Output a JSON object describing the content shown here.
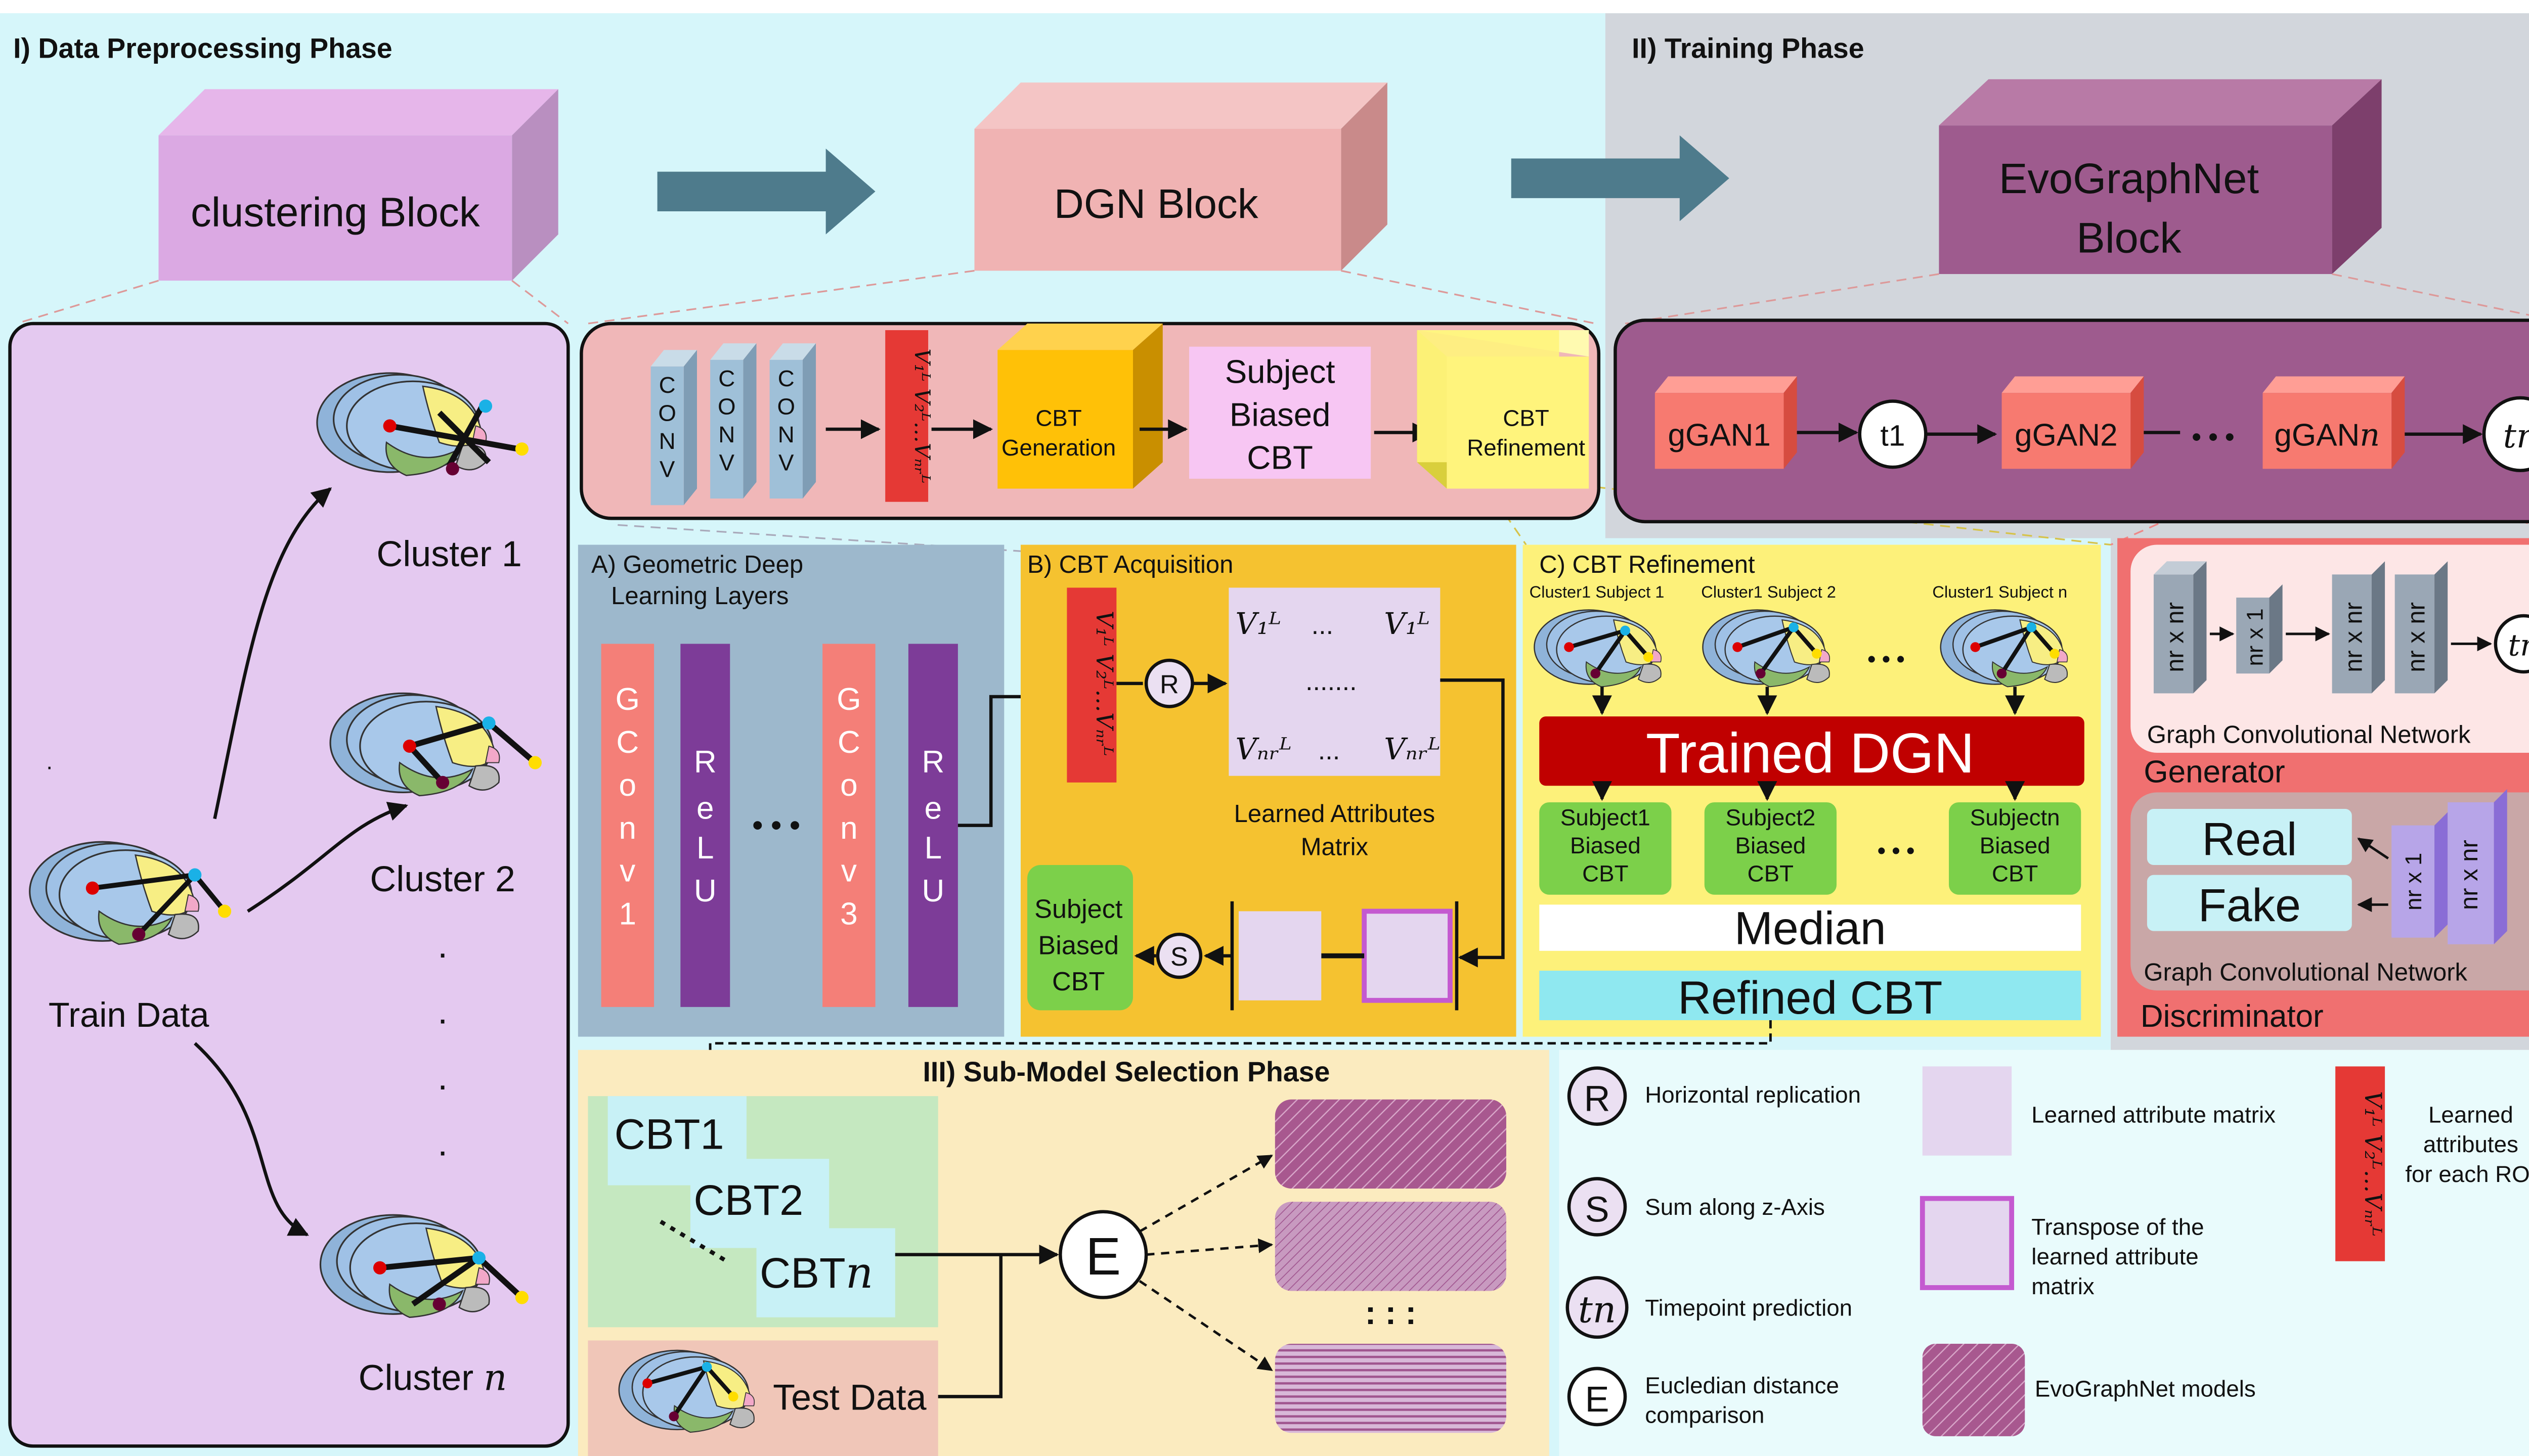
{
  "phases": {
    "preprocessing": "I) Data Preprocessing Phase",
    "training": "II) Training Phase",
    "selection": "III) Sub-Model Selection Phase"
  },
  "blocks": {
    "clustering": "clustering Block",
    "dgn": "DGN Block",
    "evo_line1": "EvoGraphNet",
    "evo_line2": "Block"
  },
  "clustering": {
    "cluster1": "Cluster 1",
    "cluster2": "Cluster 2",
    "cluster_n": "Cluster",
    "cluster_n_var": "n",
    "train_data": "Train Data"
  },
  "dgn_pipeline": {
    "conv": "C O N V",
    "cbt_generation_1": "CBT",
    "cbt_generation_2": "Generation",
    "subject_biased_1": "Subject",
    "subject_biased_2": "Biased",
    "subject_biased_3": "CBT",
    "cbt_refinement_1": "CBT",
    "cbt_refinement_2": "Refinement"
  },
  "evo_pipeline": {
    "ggan1": "gGAN1",
    "t1": "t1",
    "ggan2": "gGAN2",
    "dots": "• • •",
    "ggan_n": "gGAN",
    "ggan_n_var": "n",
    "tn": "tn"
  },
  "section_a": {
    "title_1": "A) Geometric Deep",
    "title_2": "Learning Layers",
    "gconv1": "G C o n v 1",
    "relu": "R e L U",
    "gconv3": "G C o n v 3",
    "dots": "• • •"
  },
  "section_b": {
    "title": "B) CBT Acquisition",
    "r": "R",
    "s": "S",
    "learned_1": "Learned Attributes",
    "learned_2": "Matrix",
    "subject_biased_1": "Subject",
    "subject_biased_2": "Biased",
    "subject_biased_3": "CBT"
  },
  "section_c": {
    "title": "C) CBT Refinement",
    "subj1_label": "Cluster1 Subject 1",
    "subj2_label": "Cluster1 Subject 2",
    "subjn_label": "Cluster1 Subject n",
    "trained_dgn": "Trained DGN",
    "sb1": [
      "Subject1",
      "Biased",
      "CBT"
    ],
    "sb2": [
      "Subject2",
      "Biased",
      "CBT"
    ],
    "sbn": [
      "Subjectn",
      "Biased",
      "CBT"
    ],
    "median": "Median",
    "refined": "Refined CBT",
    "dots": "• • •"
  },
  "gan": {
    "nrxnr": "nr x nr",
    "nrx1": "nr x 1",
    "gcn": "Graph Convolutional Network",
    "generator": "Generator",
    "real": "Real",
    "fake": "Fake",
    "discriminator": "Discriminator",
    "tn": "tn"
  },
  "selection": {
    "cbt1": "CBT1",
    "cbt2": "CBT2",
    "cbtn": "CBT",
    "cbtn_var": "n",
    "test_data": "Test Data",
    "e": "E",
    "dots": ":   :   :"
  },
  "legend": {
    "r_symbol": "R",
    "r_text": "Horizontal replication",
    "s_symbol": "S",
    "s_text": "Sum along z-Axis",
    "tn_symbol": "tn",
    "tn_text": "Timepoint prediction",
    "e_symbol": "E",
    "e_text_1": "Eucledian distance",
    "e_text_2": "comparison",
    "learned_matrix": "Learned attribute matrix",
    "transpose_1": "Transpose of the",
    "transpose_2": "learned attribute",
    "transpose_3": "matrix",
    "evo_models": "EvoGraphNet models",
    "roi_1": "Learned",
    "roi_2": "attributes",
    "roi_3": "for each ROI"
  },
  "colors": {
    "cyan_bg": "#d6f6fa",
    "gray_bg": "#d2d6dc",
    "lavender": "#e4c9f0",
    "pink_panel": "#f0b7b8",
    "purple_panel": "#9e5b8e",
    "blue_panel": "#9db8cc",
    "orange_panel": "#f5c230",
    "yellow_panel": "#fdf17a",
    "red_accent": "#e53935",
    "gan_red": "#f77a70"
  }
}
